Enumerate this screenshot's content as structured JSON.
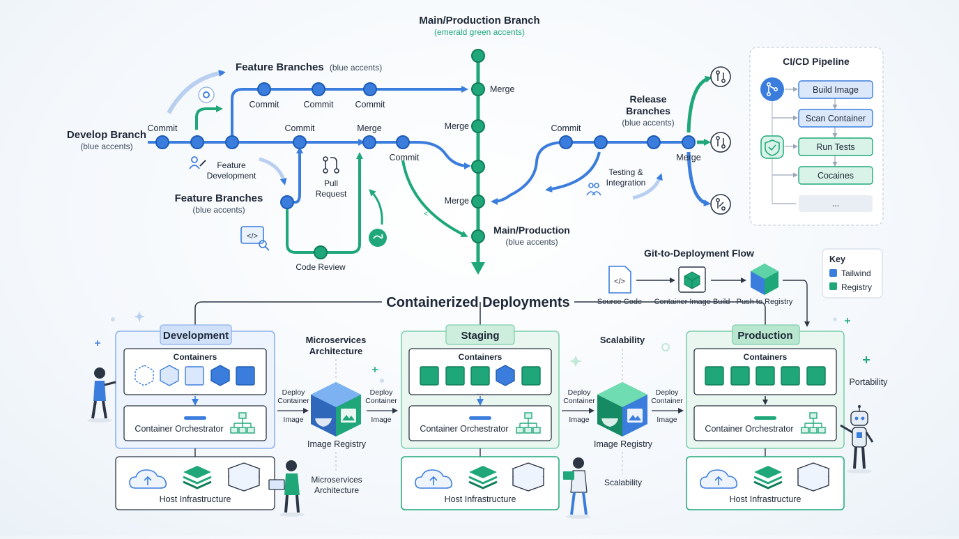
{
  "colors": {
    "blue": "#3b7ddd",
    "blue_light": "#dbe8fb",
    "green": "#1fa77a",
    "green_light": "#d9f3e8",
    "navy": "#1d2736",
    "panel_border_blue": "#8fb4ea",
    "panel_border_green": "#7fcfae"
  },
  "git": {
    "main_title": "Main/Production Branch",
    "main_subtitle": "(emerald green accents)",
    "feature_top_title": "Feature Branches",
    "feature_top_sub": "(blue accents)",
    "feature_mid_title": "Feature Branches",
    "feature_mid_sub": "(blue accents)",
    "develop_title": "Develop Branch",
    "develop_sub": "(blue accents)",
    "release_title_1": "Release",
    "release_title_2": "Branches",
    "release_sub": "(blue accents)",
    "main_prod_title": "Main/Production",
    "main_prod_sub": "(blue accents)",
    "commit": "Commit",
    "merge": "Merge",
    "feature_dev_1": "Feature",
    "feature_dev_2": "Development",
    "pull_request_1": "Pull",
    "pull_request_2": "Request",
    "code_review": "Code Review",
    "testing_1": "Testing &",
    "testing_2": "Integration"
  },
  "cicd": {
    "title": "CI/CD Pipeline",
    "steps": [
      "Build Image",
      "Scan Container",
      "Run Tests",
      "Cocaines",
      "..."
    ]
  },
  "flow": {
    "title": "Git-to-Deployment Flow",
    "steps": [
      "Source Code",
      "Container Image Build",
      "Push to Registry"
    ]
  },
  "key": {
    "title": "Key",
    "items": [
      {
        "label": "Tailwind",
        "color": "#3b7ddd"
      },
      {
        "label": "Registry",
        "color": "#1fa77a"
      }
    ]
  },
  "deploy": {
    "title": "Containerized Deployments",
    "containers_label": "Containers",
    "orchestrator_label": "Container Orchestrator",
    "host_label": "Host Infrastructure",
    "ellipsis": "...",
    "environments": [
      "Development",
      "Staging",
      "Production"
    ],
    "deploy_label_1": "Deploy",
    "deploy_label_2": "Container",
    "deploy_label_3": "Image",
    "registry_label": "Image Registry",
    "microservices_1": "Microservices",
    "microservices_2": "Architecture",
    "scalability": "Scalability",
    "portability": "Portability"
  }
}
